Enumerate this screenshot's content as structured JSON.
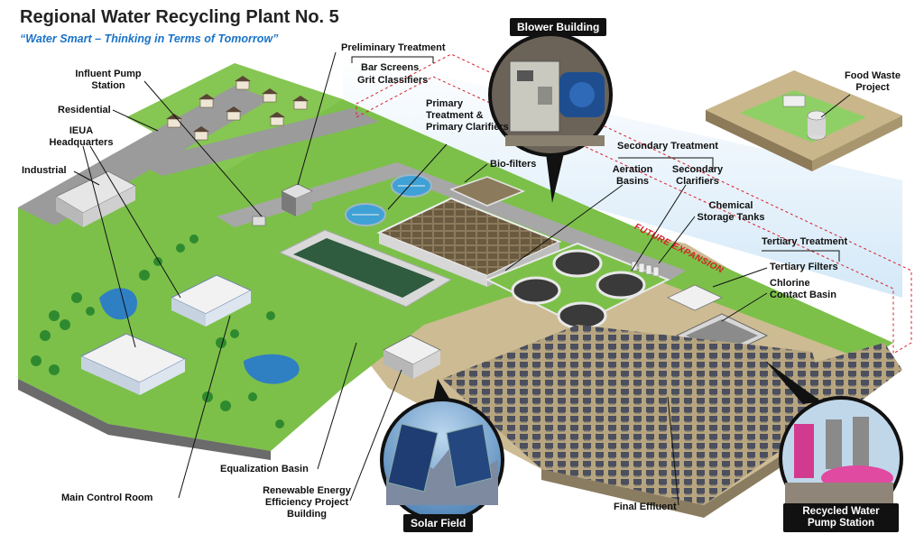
{
  "title": "Regional Water Recycling Plant No. 5",
  "subtitle": "“Water Smart – Thinking in Terms of Tomorrow”",
  "callouts": {
    "blower_building": "Blower Building",
    "solar_field": "Solar Field",
    "recycled_water_pump_station": "Recycled Water Pump Station",
    "food_waste_project": "Food Waste Project"
  },
  "labels": {
    "preliminary_treatment": "Preliminary Treatment",
    "bar_screens": "Bar Screens",
    "grit_classifiers": "Grit Classifiers",
    "influent_pump_station": "Influent Pump Station",
    "residential": "Residential",
    "ieua_headquarters": "IEUA Headquarters",
    "industrial": "Industrial",
    "primary_treatment": "Primary Treatment & Primary Clarifiers",
    "bio_filters": "Bio-filters",
    "secondary_treatment": "Secondary Treatment",
    "aeration_basins": "Aeration Basins",
    "secondary_clarifiers": "Secondary Clarifiers",
    "chemical_storage_tanks": "Chemical Storage Tanks",
    "tertiary_treatment": "Tertiary Treatment",
    "tertiary_filters": "Tertiary Filters",
    "chlorine_contact_basin": "Chlorine Contact Basin",
    "future_expansion": "FUTURE EXPANSION",
    "equalization_basin": "Equalization Basin",
    "renewable_energy_building": "Renewable Energy Efficiency Project Building",
    "main_control_room": "Main Control Room",
    "final_effluent": "Final Effluent"
  },
  "colors": {
    "title_text": "#222222",
    "subtitle_text": "#1a73c8",
    "grass": "#7cc04a",
    "road": "#9b9b9b",
    "site_ground": "#cdbb93",
    "future_expansion_line": "#d81e28",
    "callout_banner": "#111111"
  }
}
